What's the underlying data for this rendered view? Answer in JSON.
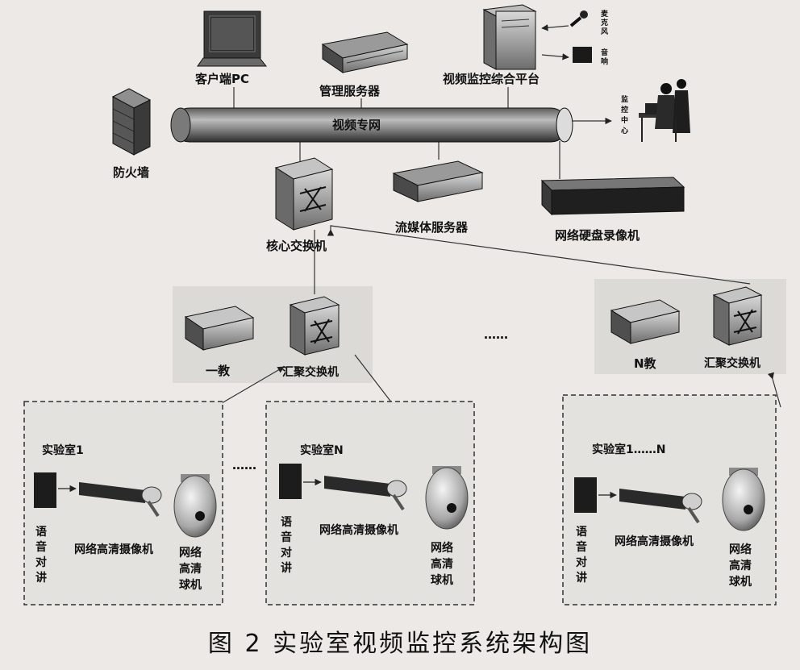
{
  "top": {
    "client_pc": "客户端PC",
    "mgmt_server": "管理服务器",
    "platform": "视频监控综合平台",
    "microphone": "麦克风",
    "speaker": "音响",
    "firewall": "防火墙",
    "network": "视频专网",
    "monitor_center": [
      "监",
      "控",
      "中",
      "心"
    ],
    "streaming_server": "流媒体服务器",
    "nvr": "网络硬盘录像机",
    "core_switch": "核心交换机"
  },
  "buildings": [
    {
      "server_label": "一教",
      "switch_label": "汇聚交换机"
    },
    {
      "server_label": "N教",
      "switch_label": "汇聚交换机"
    }
  ],
  "ellipsis": "……",
  "ellipsis_short": "……",
  "labs": [
    {
      "title": "实验室1",
      "intercom": [
        "语",
        "音",
        "对",
        "讲"
      ],
      "camera": "网络高清摄像机",
      "dome": [
        "网络",
        "高清",
        "球机"
      ]
    },
    {
      "title": "实验室N",
      "intercom": [
        "语",
        "音",
        "对",
        "讲"
      ],
      "camera": "网络高清摄像机",
      "dome": [
        "网络",
        "高清",
        "球机"
      ]
    },
    {
      "title": "实验室1……N",
      "intercom": [
        "语",
        "音",
        "对",
        "讲"
      ],
      "camera": "网络高清摄像机",
      "dome": [
        "网络",
        "高清",
        "球机"
      ]
    }
  ],
  "caption": "图 2  实验室视频监控系统架构图"
}
